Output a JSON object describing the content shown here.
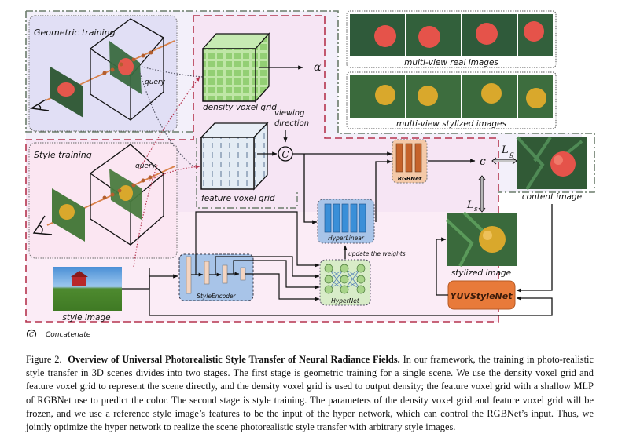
{
  "figure": {
    "panels": {
      "geometric_training": "Geometric training",
      "style_training": "Style training"
    },
    "labels": {
      "query_geo": "query",
      "query_style": "query",
      "density_grid": "density voxel grid",
      "feature_grid": "feature voxel grid",
      "alpha": "α",
      "viewing": "viewing",
      "direction": "direction",
      "concat_symbol": "C",
      "rgbnet": "RGBNet",
      "color_c": "c",
      "loss_g": "L",
      "loss_g_sub": "g",
      "loss_s": "L",
      "loss_s_sub": "s",
      "hyperlinear": "HyperLinear",
      "update_weights": "update the weights",
      "hypernet": "HyperNet",
      "style_encoder": "StyleEncoder",
      "style_image": "style image",
      "content_image": "content image",
      "stylized_image": "stylized image",
      "yuv_stylenet": "YUVStyleNet",
      "multi_view_real": "multi-view real images",
      "multi_view_stylized": "multi-view stylized images",
      "legend_symbol": "C",
      "legend_text": "Concatenate"
    },
    "colors": {
      "geo_panel_bg": "#e2e0f5",
      "style_panel_bg": "#fbe8f3",
      "outer_bg": "#ece0f5",
      "red_dash": "#b5344e",
      "green_dashdot": "#6b7c6b",
      "density_green": "#a7d98a",
      "feature_blue": "#dfe8f2",
      "rgbnet_brown": "#c5632b",
      "hyper_blue": "#3a8fd8",
      "hypernet_green": "#a8d48a",
      "yuv_orange": "#e87a3a",
      "encoder_blue": "#a8c4e8",
      "ray_orange": "#d9824a"
    }
  },
  "caption": {
    "figure_number": "Figure 2.",
    "title": "Overview of Universal Photorealistic Style Transfer of Neural Radiance Fields.",
    "body": "In our framework, the training in photo-realistic style transfer in 3D scenes divides into two stages. The first stage is geometric training for a single scene. We use the density voxel grid and feature voxel grid to represent the scene directly, and the density voxel grid is used to output density; the feature voxel grid with a shallow MLP of RGBNet use to predict the color. The second stage is style training. The parameters of the density voxel grid and feature voxel grid will be frozen, and we use a reference style image’s features to be the input of the hyper network, which can control the RGBNet’s input. Thus, we jointly optimize the hyper network to realize the scene photorealistic style transfer with arbitrary style images."
  }
}
